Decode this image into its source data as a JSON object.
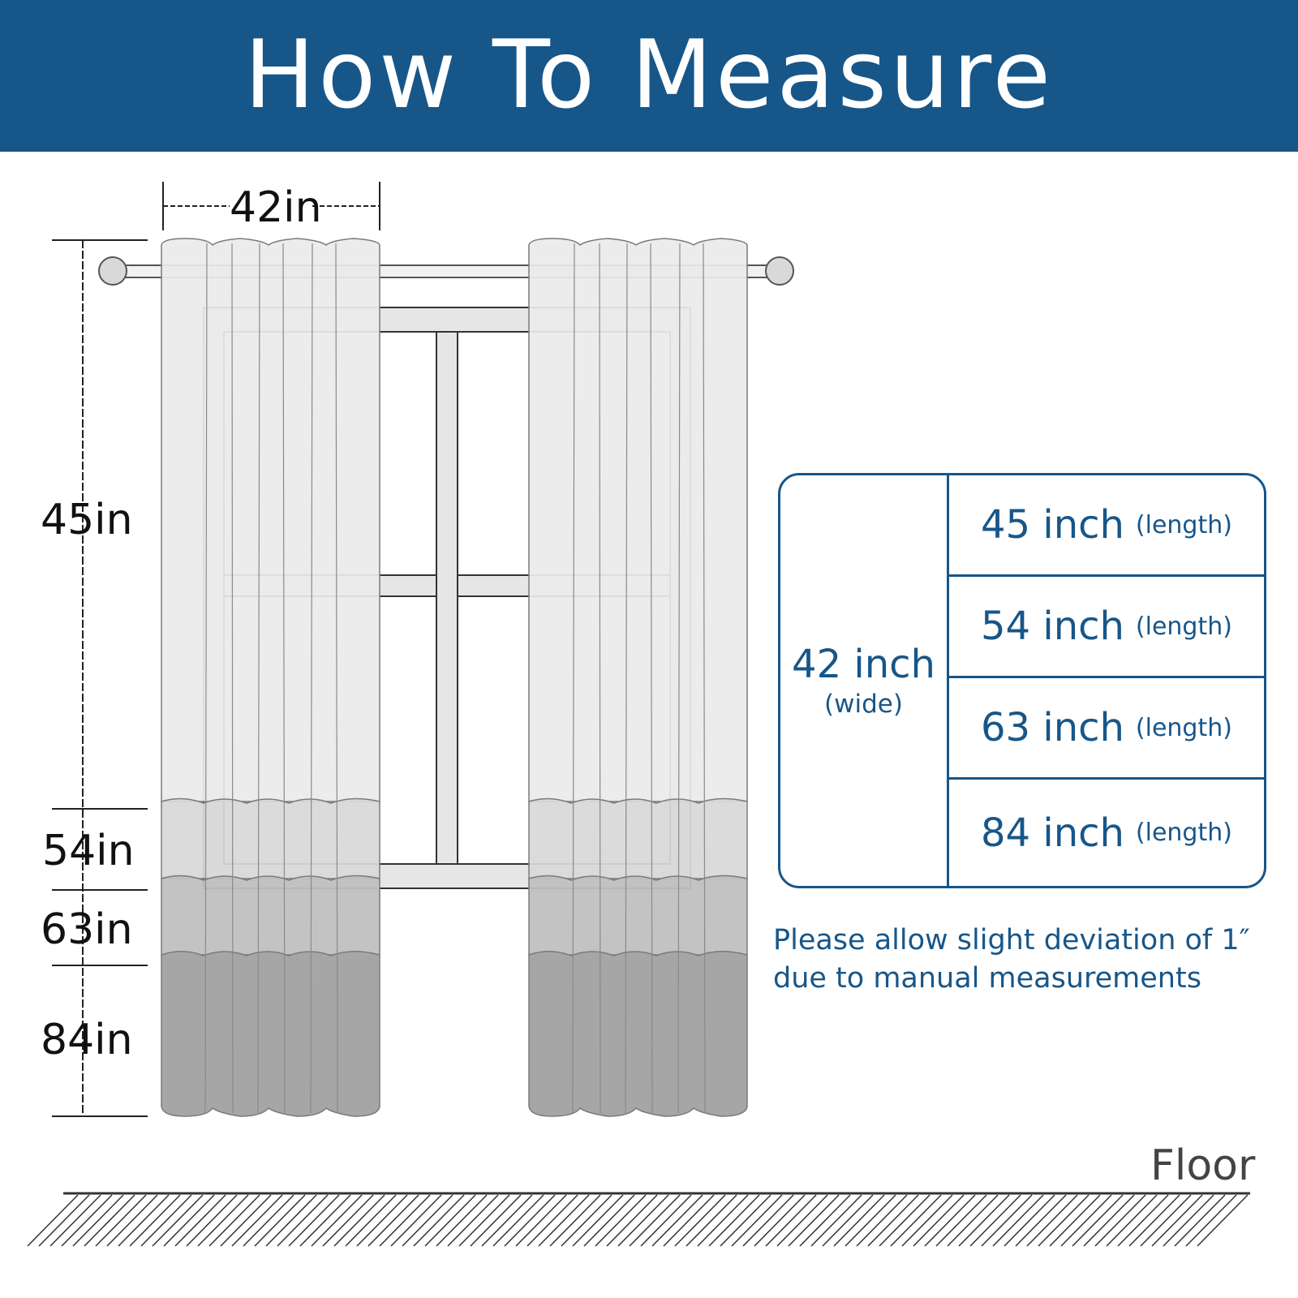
{
  "header": {
    "title": "How To Measure"
  },
  "dimensions": {
    "width_label": "42in",
    "length_labels": [
      "45in",
      "54in",
      "63in",
      "84in"
    ]
  },
  "size_table": {
    "width_value": "42 inch",
    "width_note": "(wide)",
    "rows": [
      {
        "value": "45 inch",
        "note": "(length)"
      },
      {
        "value": "54 inch",
        "note": "(length)"
      },
      {
        "value": "63 inch",
        "note": "(length)"
      },
      {
        "value": "84 inch",
        "note": "(length)"
      }
    ]
  },
  "note": {
    "line1": "Please allow slight deviation of 1″",
    "line2": "due to manual measurements"
  },
  "floor_label": "Floor",
  "colors": {
    "brand_blue": "#175689",
    "curtain_45": "#ebebeb",
    "curtain_54": "#d8d8d8",
    "curtain_63": "#c0c0c0",
    "curtain_84": "#a6a6a6"
  }
}
